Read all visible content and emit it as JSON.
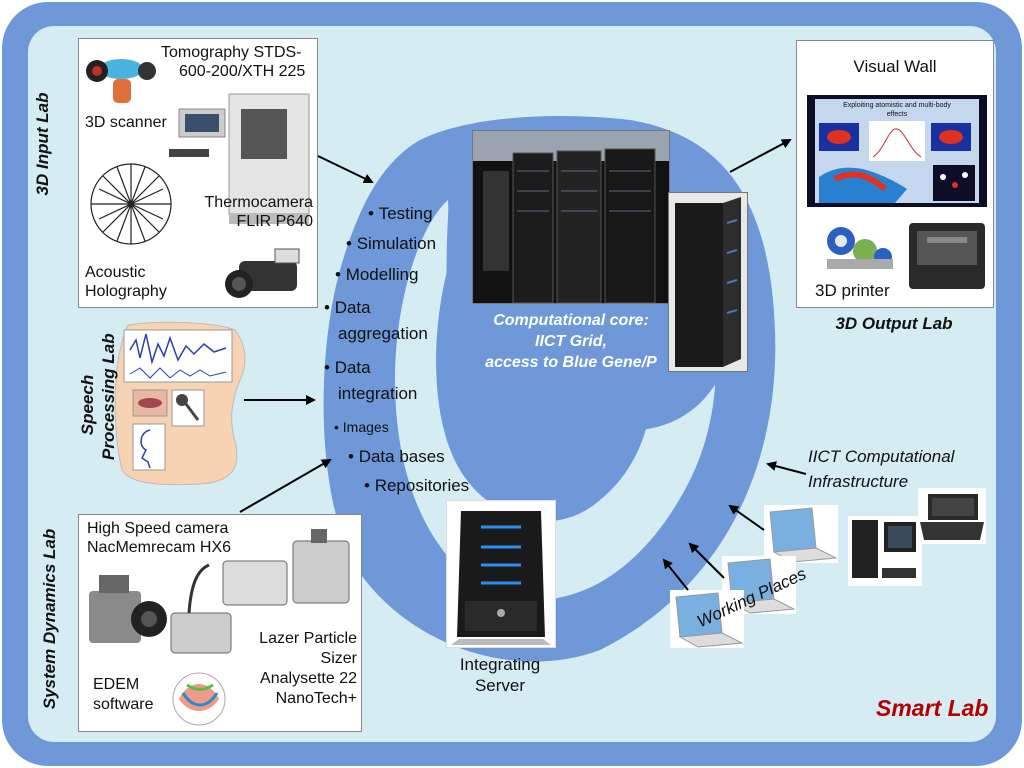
{
  "input_lab": {
    "title": "3D Input Lab",
    "tomography": [
      "Tomography STDS-",
      "600-200/XTH 225"
    ],
    "scanner": "3D scanner",
    "thermocamera": [
      "Thermocamera",
      "FLIR P640"
    ],
    "acoustic": [
      "Acoustic",
      "Holography"
    ]
  },
  "speech_lab": {
    "title": [
      "Speech",
      "Processing Lab"
    ]
  },
  "dynamics_lab": {
    "title": "System Dynamics Lab",
    "camera": [
      "High Speed camera",
      "NacMemrecam HX6"
    ],
    "lazer": [
      "Lazer Particle",
      "Sizer",
      "Analysette 22",
      "NanoTech+"
    ],
    "edem": [
      "EDEM",
      "software"
    ]
  },
  "core": {
    "activities": [
      "Testing",
      "Simulation",
      "Modelling",
      "Data",
      "aggregation",
      "Data",
      "integration",
      "Images",
      "Data bases",
      "Repositories"
    ],
    "caption": [
      "Computational core:",
      "IICT Grid,",
      "access to Blue Gene/P"
    ]
  },
  "output_lab": {
    "title": "3D Output Lab",
    "visual_wall": "Visual Wall",
    "screen_title": [
      "Exploiting atomistic and multi-body",
      "effects"
    ],
    "printer": "3D printer"
  },
  "server": [
    "Integrating",
    "Server"
  ],
  "infrastructure": [
    "IICT Computational",
    "Infrastructure"
  ],
  "working_places": "Working Places",
  "smart_lab": "Smart Lab",
  "colors": {
    "frame": "#6f98d8",
    "background": "#d6ecf3",
    "ring": "#6f98d8",
    "smart_lab": "#b40000"
  }
}
